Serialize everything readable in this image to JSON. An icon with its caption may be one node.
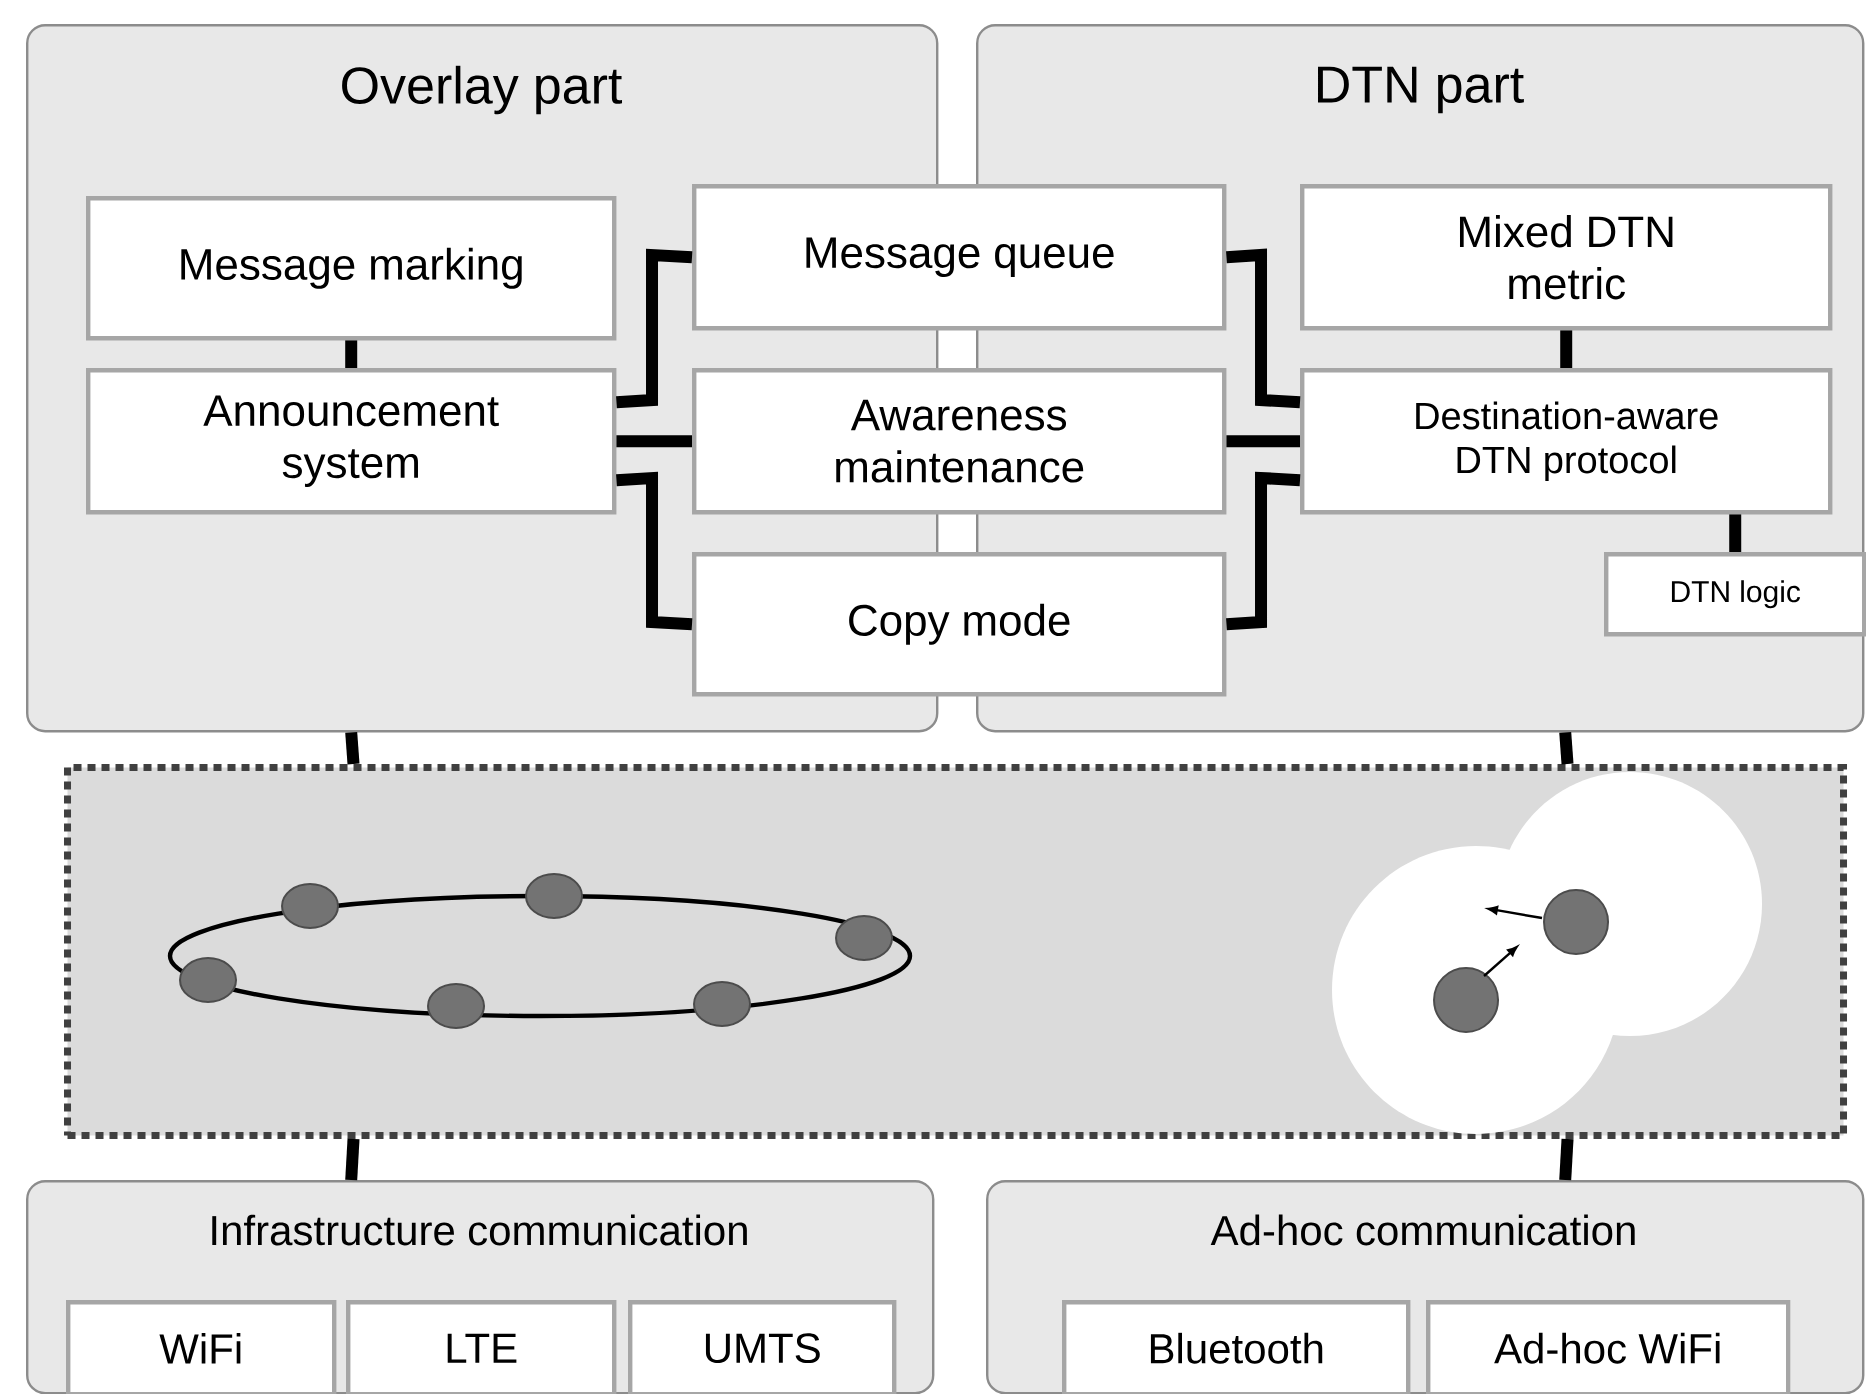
{
  "diagram": {
    "nodes": [
      {
        "text": [
          "Overlay part"
        ]
      },
      {
        "text": [
          "Message marking"
        ],
        "in": 0
      },
      {
        "text": [
          "Announcement system"
        ],
        "in": 0
      },
      {
        "text": [
          "DTN part"
        ]
      },
      {
        "text": [
          "Message queue"
        ]
      },
      {
        "text": [
          "Awareness maintenance"
        ]
      },
      {
        "text": [
          "Copy mode"
        ]
      },
      {
        "text": [
          "Mixed DTN metric"
        ],
        "in": 3
      },
      {
        "text": [
          "Destination-aware DTN protocol"
        ],
        "in": 3
      },
      {
        "text": [
          "DTN logic"
        ],
        "in": 3
      },
      {
        "text": [],
        "shape": "box"
      },
      {
        "text": [
          "Infrastructure communication"
        ]
      },
      {
        "text": [
          "WiFi"
        ],
        "in": 11
      },
      {
        "text": [
          "LTE"
        ],
        "in": 11
      },
      {
        "text": [
          "UMTS"
        ],
        "in": 11
      },
      {
        "text": [
          "Ad-hoc communication"
        ]
      },
      {
        "text": [
          "Bluetooth"
        ],
        "in": 15
      },
      {
        "text": [
          "Ad-hoc WiFi"
        ],
        "in": 15
      }
    ],
    "edges": [
      {
        "from": 1,
        "to": 2,
        "arrow": "none"
      },
      {
        "from": 2,
        "to": 4,
        "arrow": "none"
      },
      {
        "from": 2,
        "to": 5,
        "arrow": "none"
      },
      {
        "from": 2,
        "to": 6,
        "arrow": "none"
      },
      {
        "from": 4,
        "to": 8,
        "arrow": "none"
      },
      {
        "from": 5,
        "to": 8,
        "arrow": "none"
      },
      {
        "from": 6,
        "to": 8,
        "arrow": "none"
      },
      {
        "from": 7,
        "to": 8,
        "arrow": "none"
      },
      {
        "from": 8,
        "to": 9,
        "arrow": "none"
      },
      {
        "from": 0,
        "to": 10,
        "arrow": "none"
      },
      {
        "from": 3,
        "to": 10,
        "arrow": "none"
      },
      {
        "from": 10,
        "to": 11,
        "arrow": "none"
      },
      {
        "from": 10,
        "to": 15,
        "arrow": "none"
      }
    ]
  }
}
